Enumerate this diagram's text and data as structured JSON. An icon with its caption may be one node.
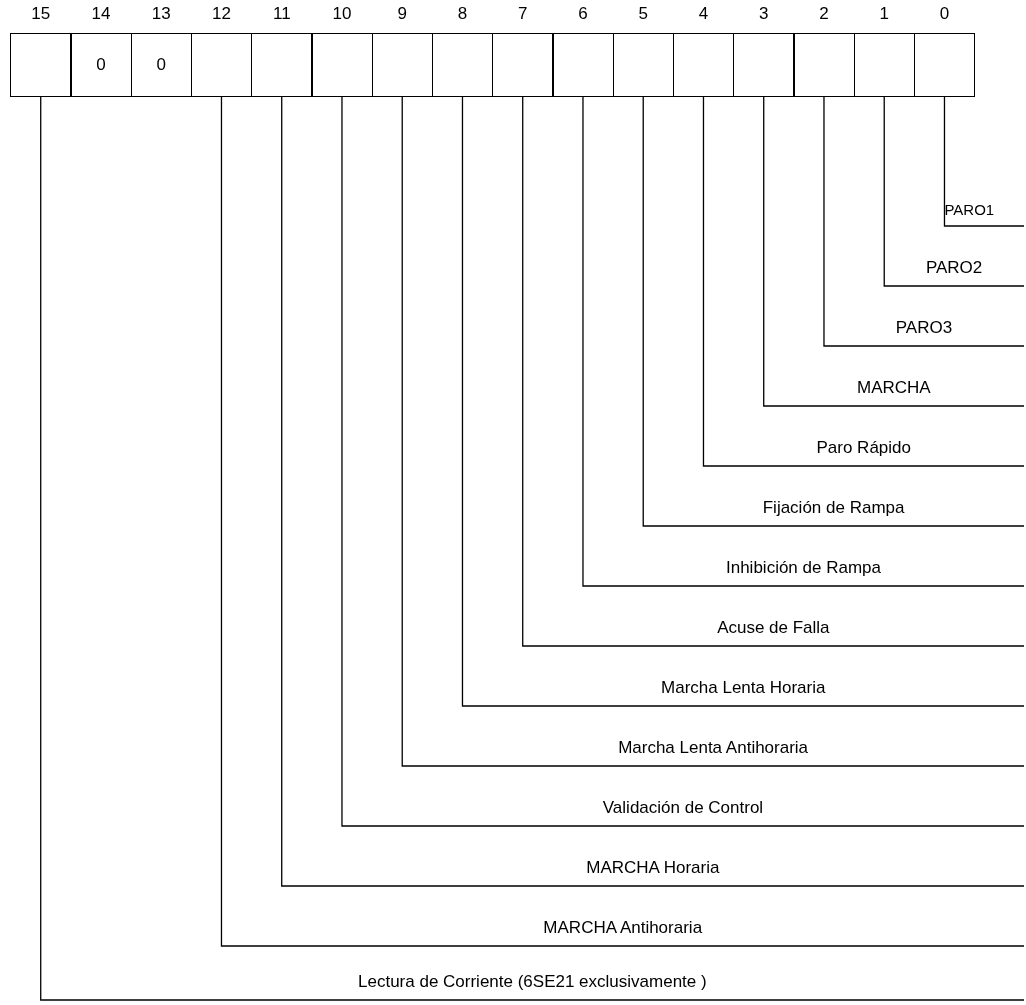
{
  "diagram": {
    "nodes": [
      {
        "text": [],
        "shape": "box",
        "beside": [
          "15"
        ]
      },
      {
        "text": [
          "0"
        ],
        "beside": [
          "14"
        ]
      },
      {
        "text": [
          "0"
        ],
        "beside": [
          "13"
        ]
      },
      {
        "text": [],
        "shape": "box",
        "beside": [
          "12"
        ]
      },
      {
        "text": [],
        "shape": "box",
        "beside": [
          "11"
        ]
      },
      {
        "text": [],
        "shape": "box",
        "beside": [
          "10"
        ]
      },
      {
        "text": [],
        "shape": "box",
        "beside": [
          "9"
        ]
      },
      {
        "text": [],
        "shape": "box",
        "beside": [
          "8"
        ]
      },
      {
        "text": [],
        "shape": "box",
        "beside": [
          "7"
        ]
      },
      {
        "text": [],
        "shape": "box",
        "beside": [
          "6"
        ]
      },
      {
        "text": [],
        "shape": "box",
        "beside": [
          "5"
        ]
      },
      {
        "text": [],
        "shape": "box",
        "beside": [
          "4"
        ]
      },
      {
        "text": [],
        "shape": "box",
        "beside": [
          "3"
        ]
      },
      {
        "text": [],
        "shape": "box",
        "beside": [
          "2"
        ]
      },
      {
        "text": [],
        "shape": "box",
        "beside": [
          "1"
        ]
      },
      {
        "text": [],
        "shape": "box",
        "beside": [
          "0"
        ]
      },
      {
        "text": [
          "PARO1"
        ]
      },
      {
        "text": [
          "PARO2"
        ]
      },
      {
        "text": [
          "PARO3"
        ]
      },
      {
        "text": [
          "MARCHA"
        ]
      },
      {
        "text": [
          "Paro Rápido"
        ]
      },
      {
        "text": [
          "Fijación de Rampa"
        ]
      },
      {
        "text": [
          "Inhibición de Rampa"
        ]
      },
      {
        "text": [
          "Acuse de Falla"
        ]
      },
      {
        "text": [
          "Marcha Lenta Horaria"
        ]
      },
      {
        "text": [
          "Marcha Lenta Antihoraria"
        ]
      },
      {
        "text": [
          "Validación de Control"
        ]
      },
      {
        "text": [
          "MARCHA Horaria"
        ]
      },
      {
        "text": [
          "MARCHA Antihoraria"
        ]
      },
      {
        "text": [
          "Lectura de Corriente (6SE21 exclusivamente )"
        ]
      }
    ],
    "edges": [
      {
        "from": 16,
        "to": 15,
        "arrow": "none"
      },
      {
        "from": 17,
        "to": 14,
        "arrow": "none"
      },
      {
        "from": 18,
        "to": 13,
        "arrow": "none"
      },
      {
        "from": 19,
        "to": 12,
        "arrow": "none"
      },
      {
        "from": 20,
        "to": 11,
        "arrow": "none"
      },
      {
        "from": 21,
        "to": 10,
        "arrow": "none"
      },
      {
        "from": 22,
        "to": 9,
        "arrow": "none"
      },
      {
        "from": 23,
        "to": 8,
        "arrow": "none"
      },
      {
        "from": 24,
        "to": 7,
        "arrow": "none"
      },
      {
        "from": 25,
        "to": 6,
        "arrow": "none"
      },
      {
        "from": 26,
        "to": 5,
        "arrow": "none"
      },
      {
        "from": 27,
        "to": 4,
        "arrow": "none"
      },
      {
        "from": 28,
        "to": 3,
        "arrow": "none"
      },
      {
        "from": 29,
        "to": 0,
        "arrow": "none"
      }
    ]
  }
}
